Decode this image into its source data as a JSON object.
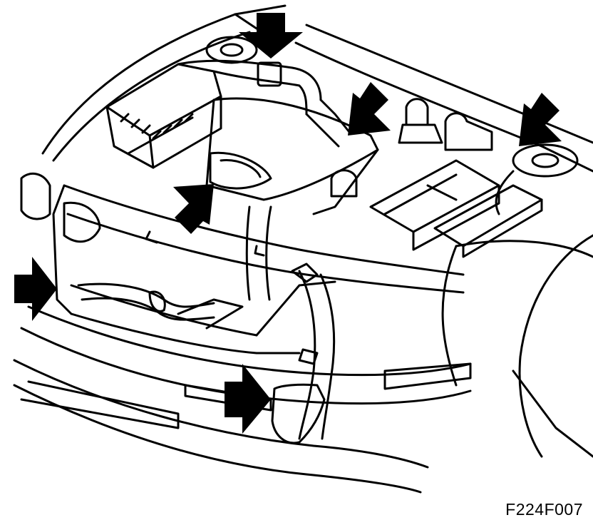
{
  "figure": {
    "code": "F224F007",
    "line_color": "#000000",
    "background": "#ffffff"
  },
  "callouts": [
    {
      "name": "air-hose-top-arrow",
      "direction": "down"
    },
    {
      "name": "intake-clamp-arrow",
      "direction": "down-left"
    },
    {
      "name": "right-strut-arrow",
      "direction": "down-left"
    },
    {
      "name": "center-duct-arrow",
      "direction": "up-right"
    },
    {
      "name": "left-bumper-arrow",
      "direction": "right"
    },
    {
      "name": "lower-hose-arrow",
      "direction": "right"
    }
  ]
}
